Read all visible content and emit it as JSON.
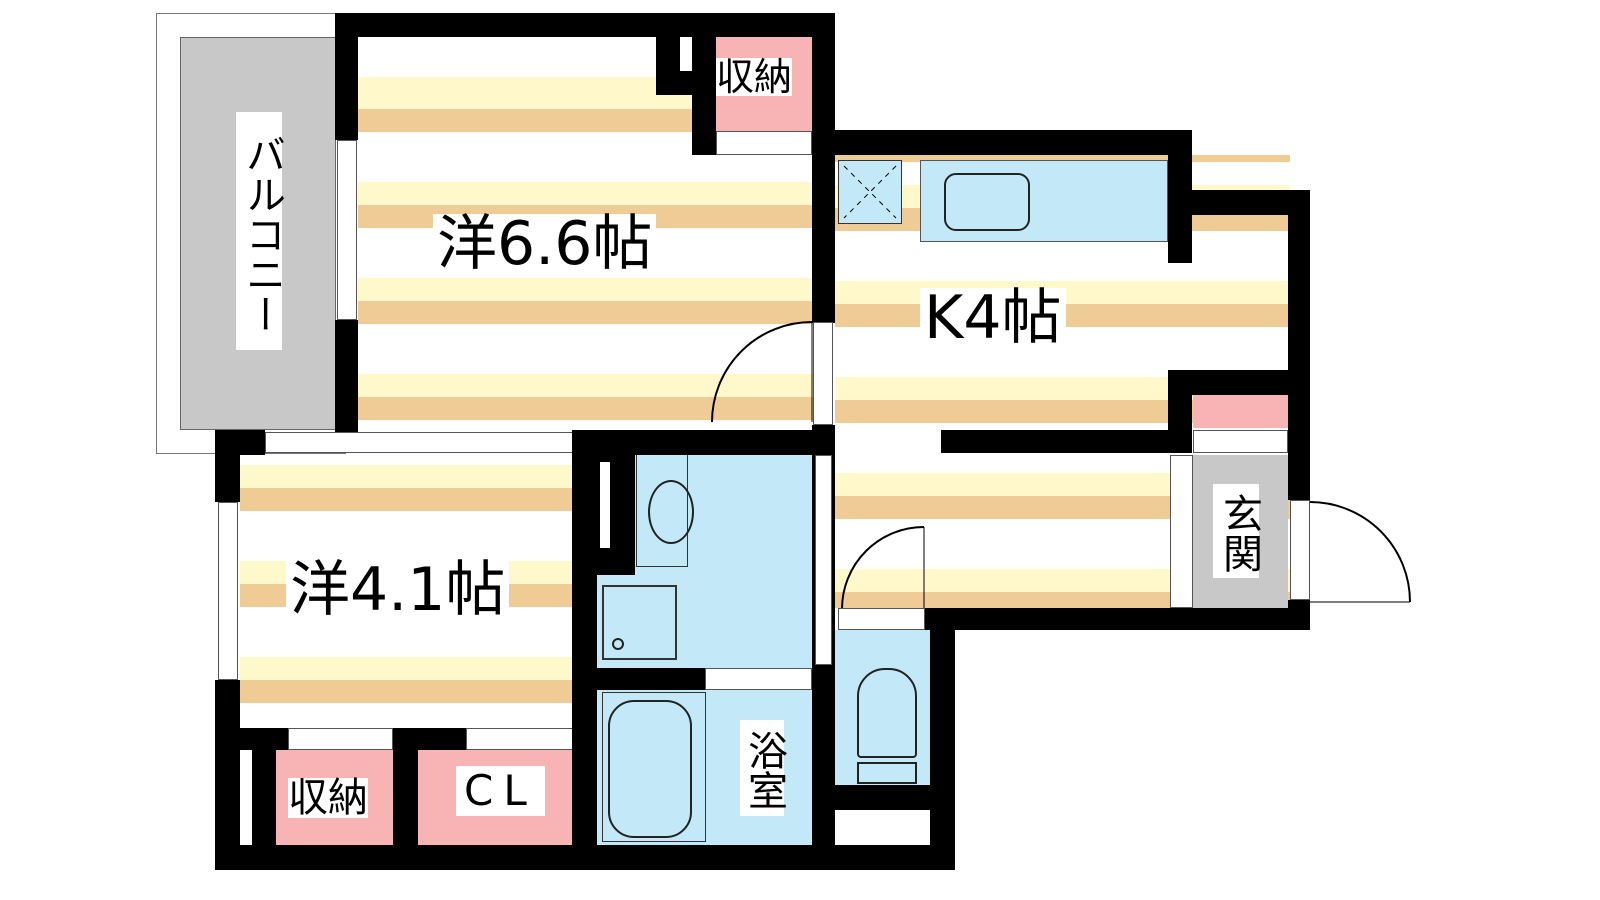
{
  "rooms": {
    "western_6_6": "洋6.6帖",
    "kitchen": "K4帖",
    "western_4_1": "洋4.1帖",
    "storage_top": "収納",
    "storage_bottom": "収納",
    "closet": "CL",
    "bathroom": "浴室",
    "entrance": "玄関",
    "balcony": "バルコニー"
  },
  "colors": {
    "floor_light": "#FFF8CB",
    "floor_dark": "#EFCB96",
    "wet_area": "#C3E9F8",
    "storage": "#F8B4B4",
    "entrance": "#C8C8C8",
    "wall": "#000000"
  }
}
